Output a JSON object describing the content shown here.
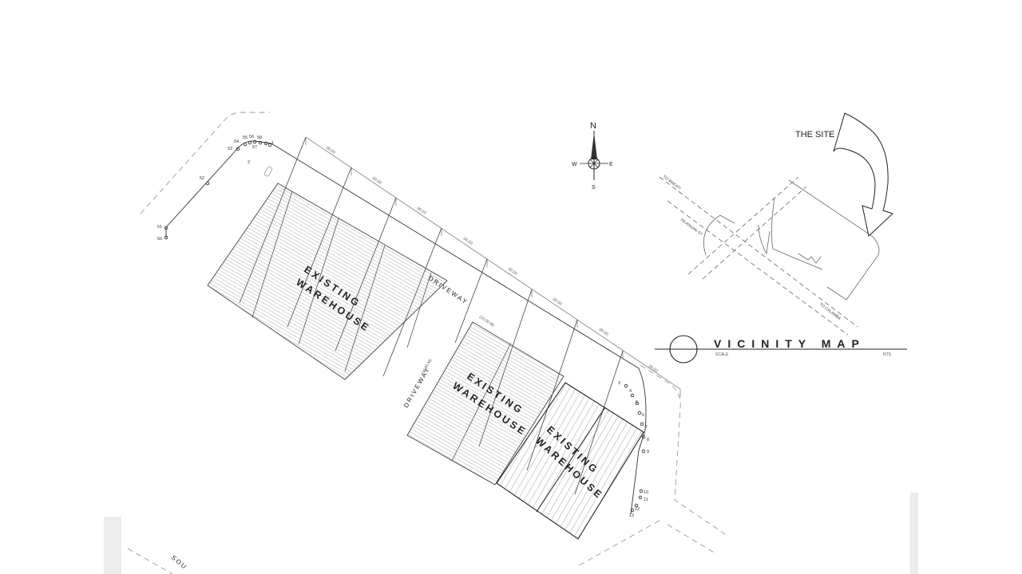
{
  "site_plan": {
    "buildings": [
      {
        "label_1": "EXISTING",
        "label_2": "WAREHOUSE"
      },
      {
        "label_1": "EXISTING",
        "label_2": "WAREHOUSE"
      },
      {
        "label_1": "EXISTING",
        "label_2": "WAREHOUSE"
      }
    ],
    "driveways": [
      {
        "label": "DRIVEWAY",
        "width": "(10.00 M)"
      },
      {
        "label": "DRIVEWAY",
        "width": "(10.00 M)"
      }
    ],
    "road_label": "SOU",
    "corner_points": [
      "54",
      "55",
      "56",
      "58",
      "1",
      "53",
      "57",
      "2"
    ],
    "west_points": [
      "52",
      "51",
      "50"
    ],
    "east_points": [
      "3",
      "4",
      "5",
      "6",
      "7",
      "8",
      "9",
      "10",
      "11",
      "12",
      "13"
    ]
  },
  "compass": {
    "n": "N",
    "s": "S",
    "e": "E",
    "w": "W"
  },
  "vicinity_map": {
    "site_label": "THE SITE",
    "title": "VICINITY MAP",
    "scale_label": "SCALE",
    "nts_label": "NTS",
    "road_labels": [
      "TO MAKATI",
      "SILANGAN ST",
      "TO CALAMBA"
    ]
  }
}
